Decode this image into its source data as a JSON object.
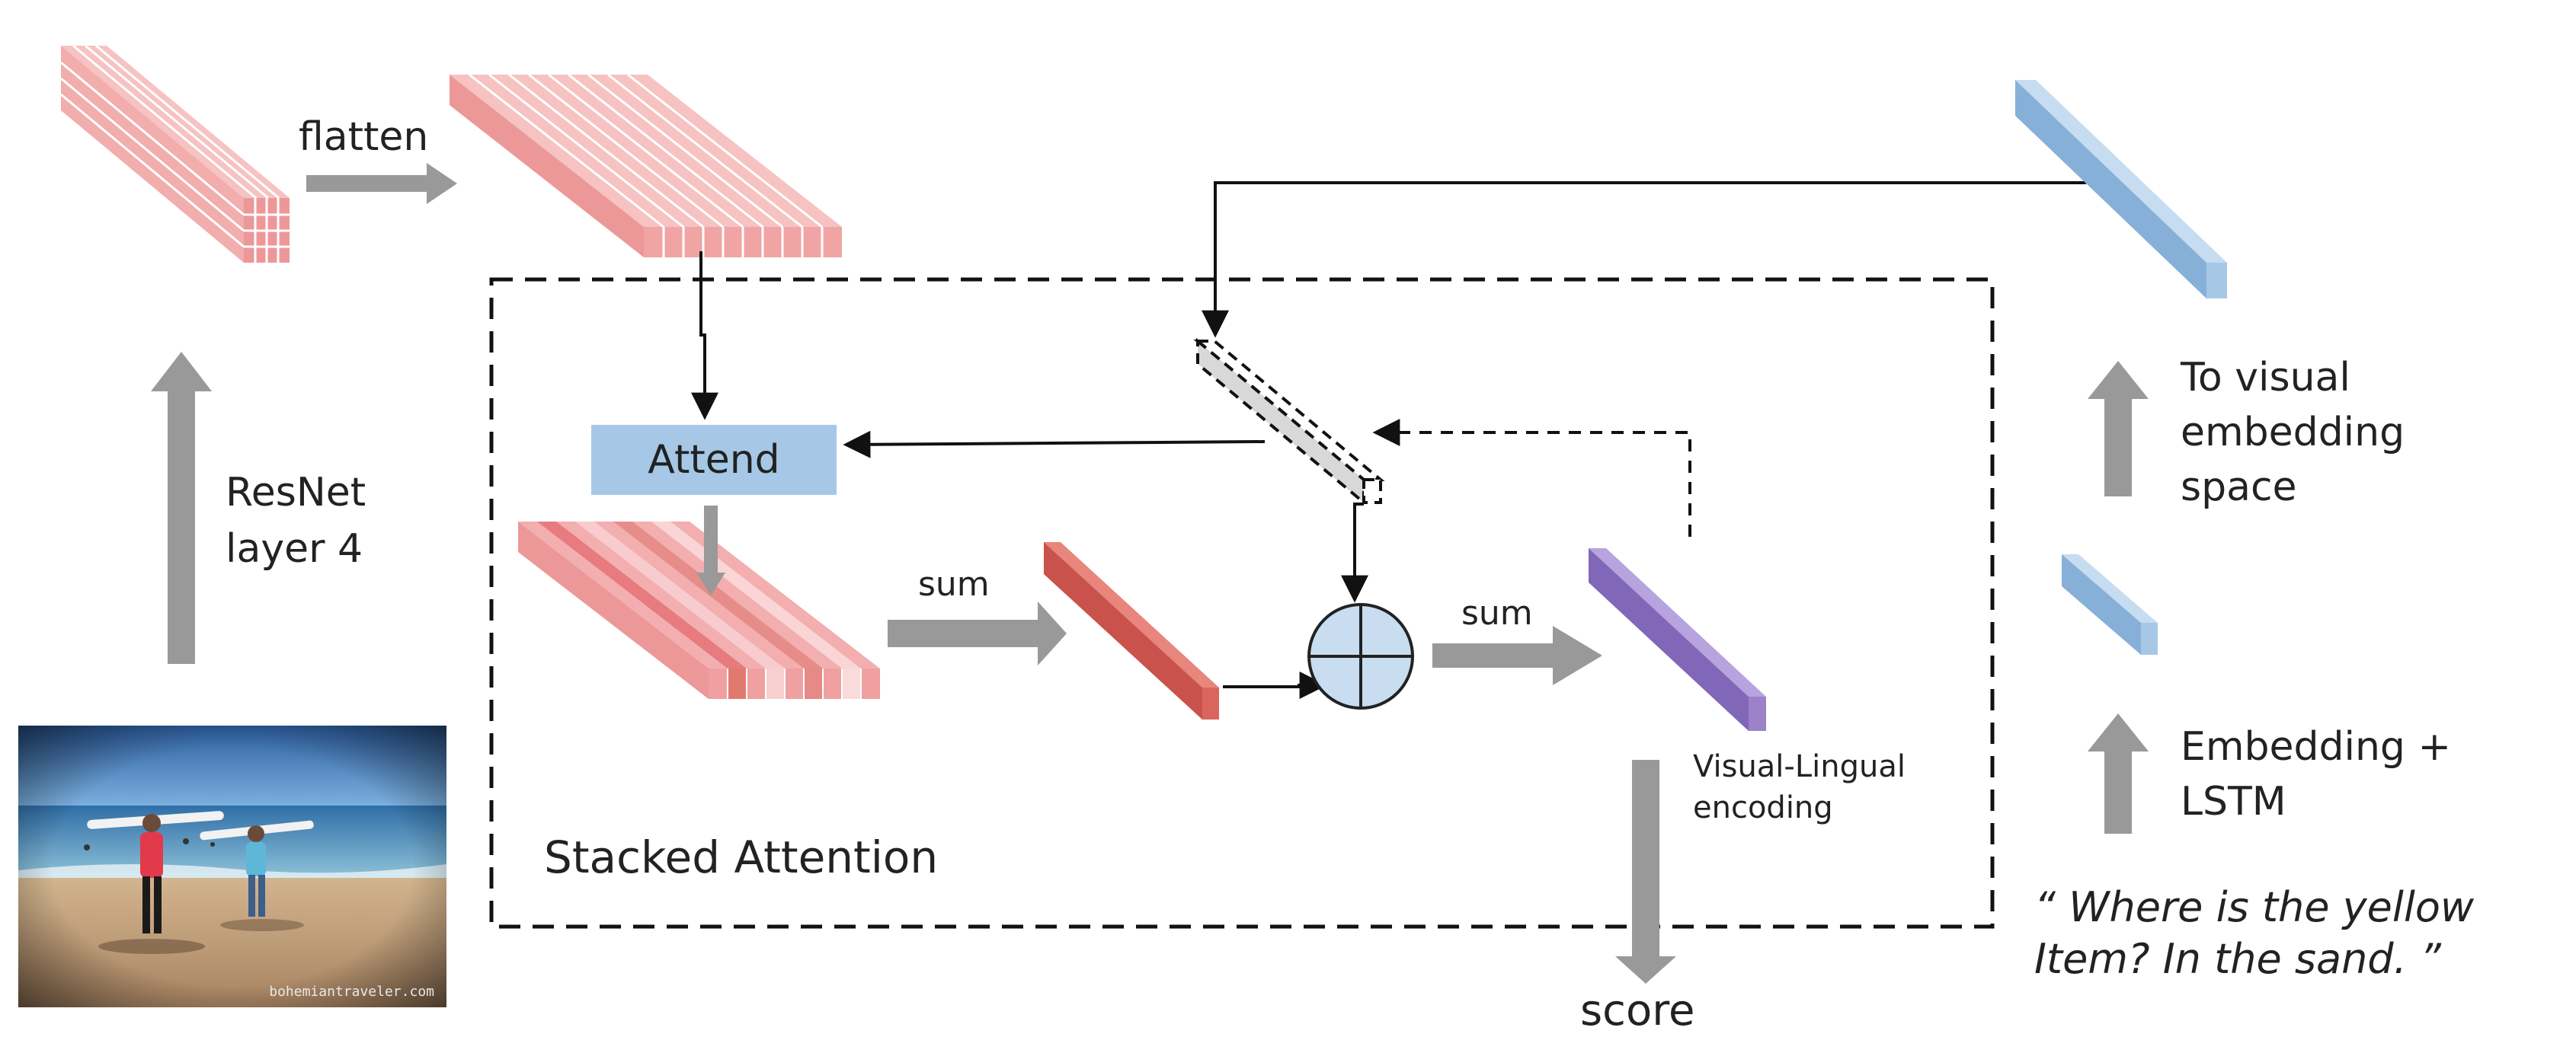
{
  "labels": {
    "flatten": "flatten",
    "resnet": "ResNet\nlayer 4",
    "attend": "Attend",
    "sum_left": "sum",
    "sum_right": "sum",
    "stacked_attention": "Stacked Attention",
    "visual_lingual": "Visual-Lingual\nencoding",
    "score": "score",
    "to_visual": "To visual\nembedding\nspace",
    "embedding_lstm": "Embedding +\nLSTM",
    "question": "“ Where is the yellow\nItem? In the sand. ”"
  },
  "photo": {
    "credit": "bohemiantraveler.com"
  },
  "colors": {
    "feature_map": "#f2a7a7",
    "feature_lines": "#ffffff",
    "attended_dark": "#e07a6f",
    "summed_vector": "#d9665e",
    "visual_lingual": "#9b82c9",
    "text_embedding": "#a6c8e6",
    "arrow_gray": "#999999",
    "line_dark": "#111111"
  }
}
